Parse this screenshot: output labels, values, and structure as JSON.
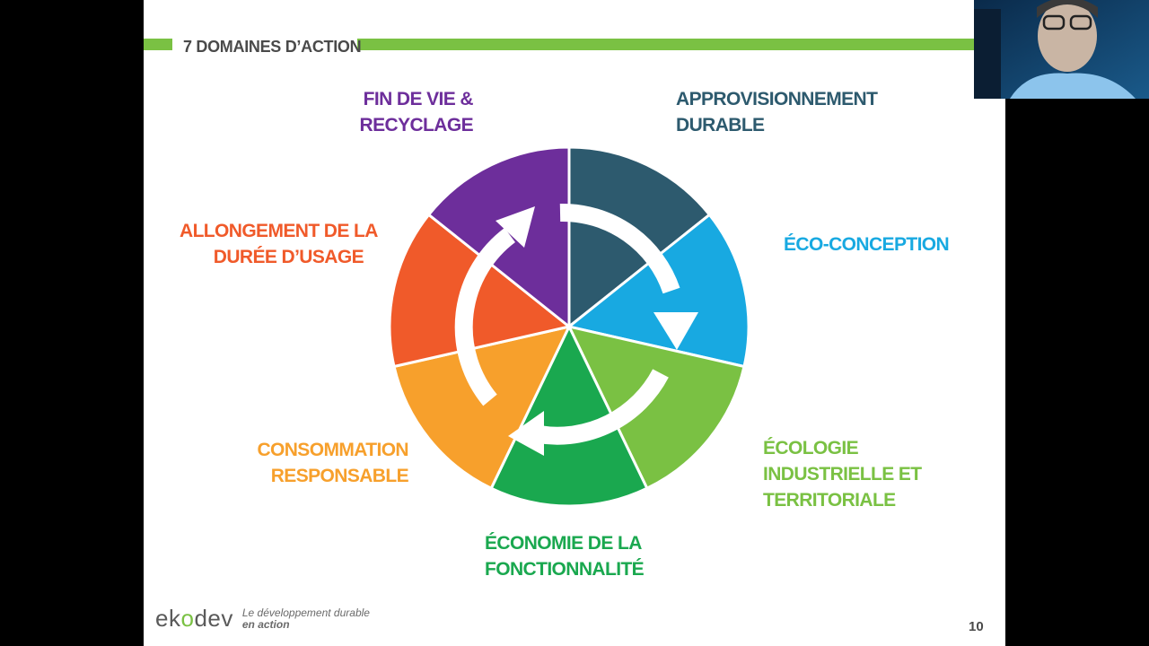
{
  "slide": {
    "title": "7 DOMAINES D’ACTION",
    "page_number": "10"
  },
  "domains": [
    {
      "id": "approvisionnement",
      "lines": [
        "APPROVISIONNEMENT",
        "DURABLE"
      ],
      "color": "#2d5a6e"
    },
    {
      "id": "eco-conception",
      "lines": [
        "ÉCO-CONCEPTION"
      ],
      "color": "#18a9e1"
    },
    {
      "id": "ecologie",
      "lines": [
        "ÉCOLOGIE",
        "INDUSTRIELLE ET",
        "TERRITORIALE"
      ],
      "color": "#7ac143"
    },
    {
      "id": "economie",
      "lines": [
        "ÉCONOMIE DE LA",
        "FONCTIONNALITÉ"
      ],
      "color": "#1aa84f"
    },
    {
      "id": "consommation",
      "lines": [
        "CONSOMMATION",
        "RESPONSABLE"
      ],
      "color": "#f7a02c"
    },
    {
      "id": "allongement",
      "lines": [
        "ALLONGEMENT DE LA",
        "DURÉE D’USAGE"
      ],
      "color": "#f05a2a"
    },
    {
      "id": "fin-de-vie",
      "lines": [
        "FIN DE VIE &",
        "RECYCLAGE"
      ],
      "color": "#6d2e9b"
    }
  ],
  "footer": {
    "logo_pre": "ek",
    "logo_o": "o",
    "logo_post": "dev",
    "tagline_line1": "Le développement durable",
    "tagline_line2": "en action"
  },
  "webcam": {
    "label": "participant-video"
  }
}
